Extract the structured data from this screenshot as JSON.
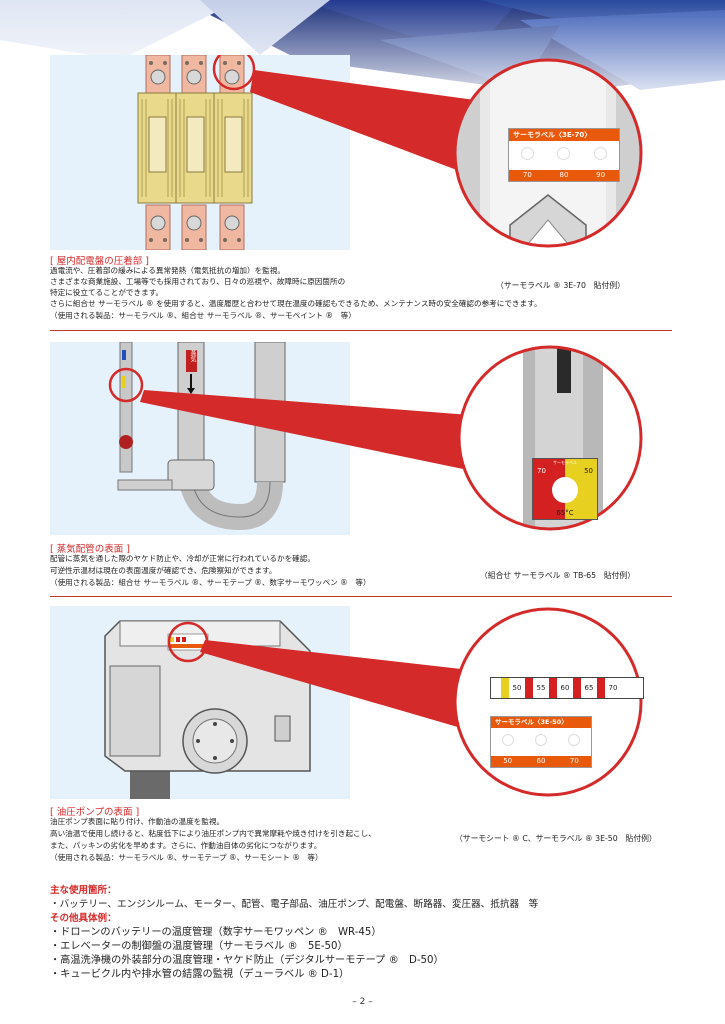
{
  "sections": [
    {
      "title": "[ 屋内配電盤の圧着部 ]",
      "lines": [
        "過電流や、圧着部の緩みによる異常発熱（電気抵抗の増加）を監視。",
        "さまざまな商業施設、工場等でも採用されており、日々の巡視や、故障時に原因箇所の",
        "特定に役立てることができます。",
        "さらに組合せ サーモラベル ® を使用すると、温度履歴と合わせて現在温度の確認もできるため、メンテナンス時の安全確認の参考にできます。",
        "（使用される製品：サーモラベル ®、組合せ サーモラベル ®、サーモペイント ®　等）"
      ],
      "caption": "（サーモラベル ® 3E-70　貼付例）",
      "label": {
        "name": "サーモラベル〈3E-70〉",
        "temps": [
          "70",
          "80",
          "90"
        ]
      }
    },
    {
      "title": "[ 蒸気配管の表面 ]",
      "lines": [
        "配管に蒸気を通した際のヤケド防止や、冷却が正常に行われているかを確認。",
        "可逆性示温材は現在の表面温度が確認でき、危険察知ができます。",
        "（使用される製品：組合せ サーモラベル ®、サーモテープ ®、数字サーモワッペン ®　等）"
      ],
      "caption": "（組合せ サーモラベル ® TB-65　貼付例）",
      "steam_sign": "蒸気",
      "combo_label": {
        "left": "70",
        "right": "50",
        "bottom": "65°C",
        "name": "サーモラベル"
      }
    },
    {
      "title": "[ 油圧ポンプの表面 ]",
      "lines": [
        "油圧ポンプ表面に貼り付け、作動油の温度を監視。",
        "高い油温で使用し続けると、粘度低下により油圧ポンプ内で異常摩耗や焼き付けを引き起こし、",
        "また、パッキンの劣化を早めます。さらに、作動油自体の劣化につながります。",
        "（使用される製品：サーモラベル ®、サーモテープ ®、サーモシート ®　等）"
      ],
      "caption": "（サーモシート ® C、サーモラベル ® 3E-50　貼付例）",
      "sheet": {
        "values": [
          "50",
          "55",
          "60",
          "65",
          "70"
        ]
      },
      "label": {
        "name": "サーモラベル〈3E-50〉",
        "temps": [
          "50",
          "60",
          "70"
        ]
      }
    }
  ],
  "uses": {
    "heading": "主な使用箇所：",
    "text": "・バッテリー、エンジンルーム、モーター、配管、電子部品、油圧ポンプ、配電盤、断路器、変圧器、抵抗器　等"
  },
  "examples": {
    "heading": "その他具体例：",
    "items": [
      "・ドローンのバッテリーの温度管理（数字サーモワッペン ®　WR-45）",
      "・エレベーターの制御盤の温度管理（サーモラベル ®　5E-50）",
      "・高温洗浄機の外装部分の温度管理・ヤケド防止（デジタルサーモテープ ®　D-50）",
      "・キュービクル内や排水管の結露の監視（デューラベル ® D-1）"
    ]
  },
  "page_number": "– 2 –",
  "colors": {
    "accent": "#d42a2a",
    "label_orange": "#e8590c",
    "illus_bg": "#e6f2fb"
  }
}
